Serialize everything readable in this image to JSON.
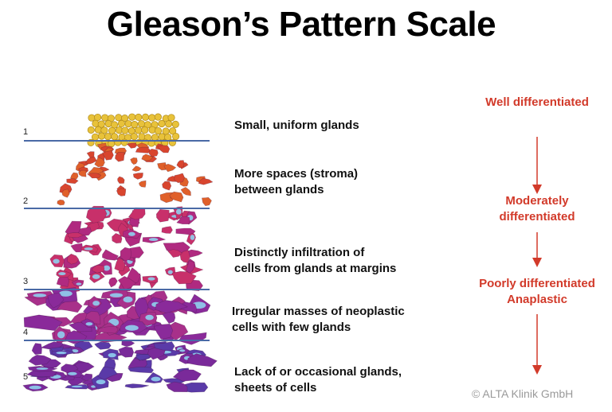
{
  "title": "Gleason’s Pattern Scale",
  "grades": [
    "1",
    "2",
    "3",
    "4",
    "5"
  ],
  "descriptions": [
    [
      "Small, uniform glands"
    ],
    [
      "More spaces (stroma)",
      "between glands"
    ],
    [
      "Distinctly infiltration of",
      "cells from glands at margins"
    ],
    [
      "Irregular masses of neoplastic",
      "cells with few glands"
    ],
    [
      "Lack of or occasional glands,",
      "sheets of cells"
    ]
  ],
  "differentiation": {
    "well": "Well differentiated",
    "moderate_1": "Moderately",
    "moderate_2": "differentiated",
    "poor_1": "Poorly differentiated",
    "poor_2": "Anaplastic"
  },
  "copyright": "© ALTA Klinik GmbH",
  "colors": {
    "arrow": "#d23a2a",
    "grade_line": "#4a6aa6",
    "grade1_glands": "#e8c23a",
    "grade2_glands": "#e0602a",
    "grade3_glands": "#c8306a",
    "grade4_glands": "#8a2a9a",
    "lumen": "#8fd0ee"
  }
}
